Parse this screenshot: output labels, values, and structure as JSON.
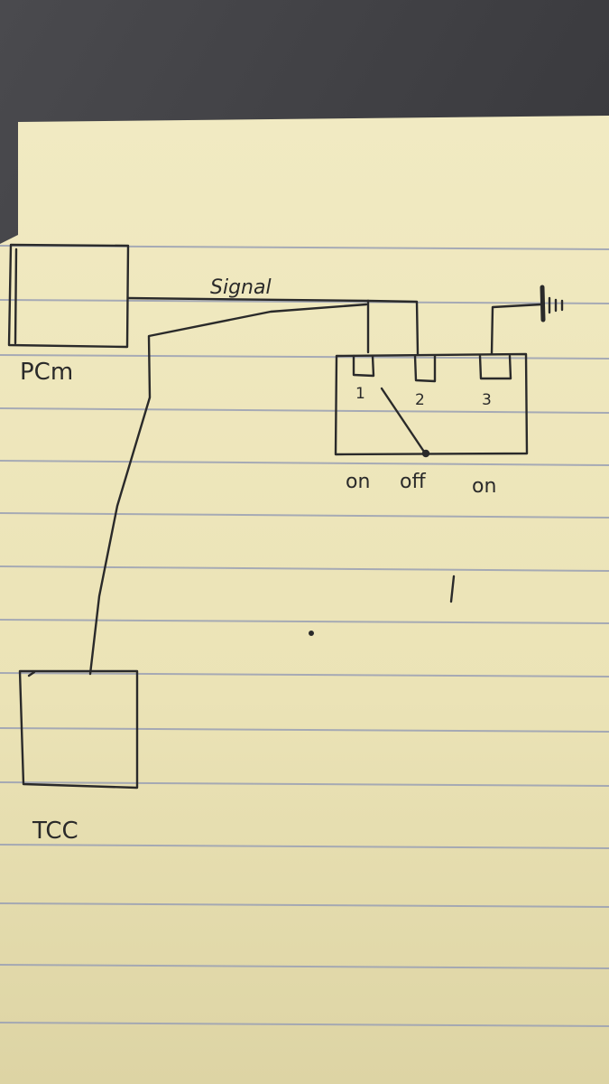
{
  "labels": {
    "pcm": "PCm",
    "signal": "Signal",
    "tcc": "TCC",
    "pin1": "1",
    "pin2": "2",
    "pin3": "3",
    "pos_left": "on",
    "pos_mid": "off",
    "pos_right": "on"
  },
  "colors": {
    "background": "#3a3a3e",
    "paper": "#efe8bd",
    "rule": "#9aa0b4",
    "ink": "#2a2a2a"
  },
  "icons": {
    "ground": "ground-symbol-icon"
  }
}
